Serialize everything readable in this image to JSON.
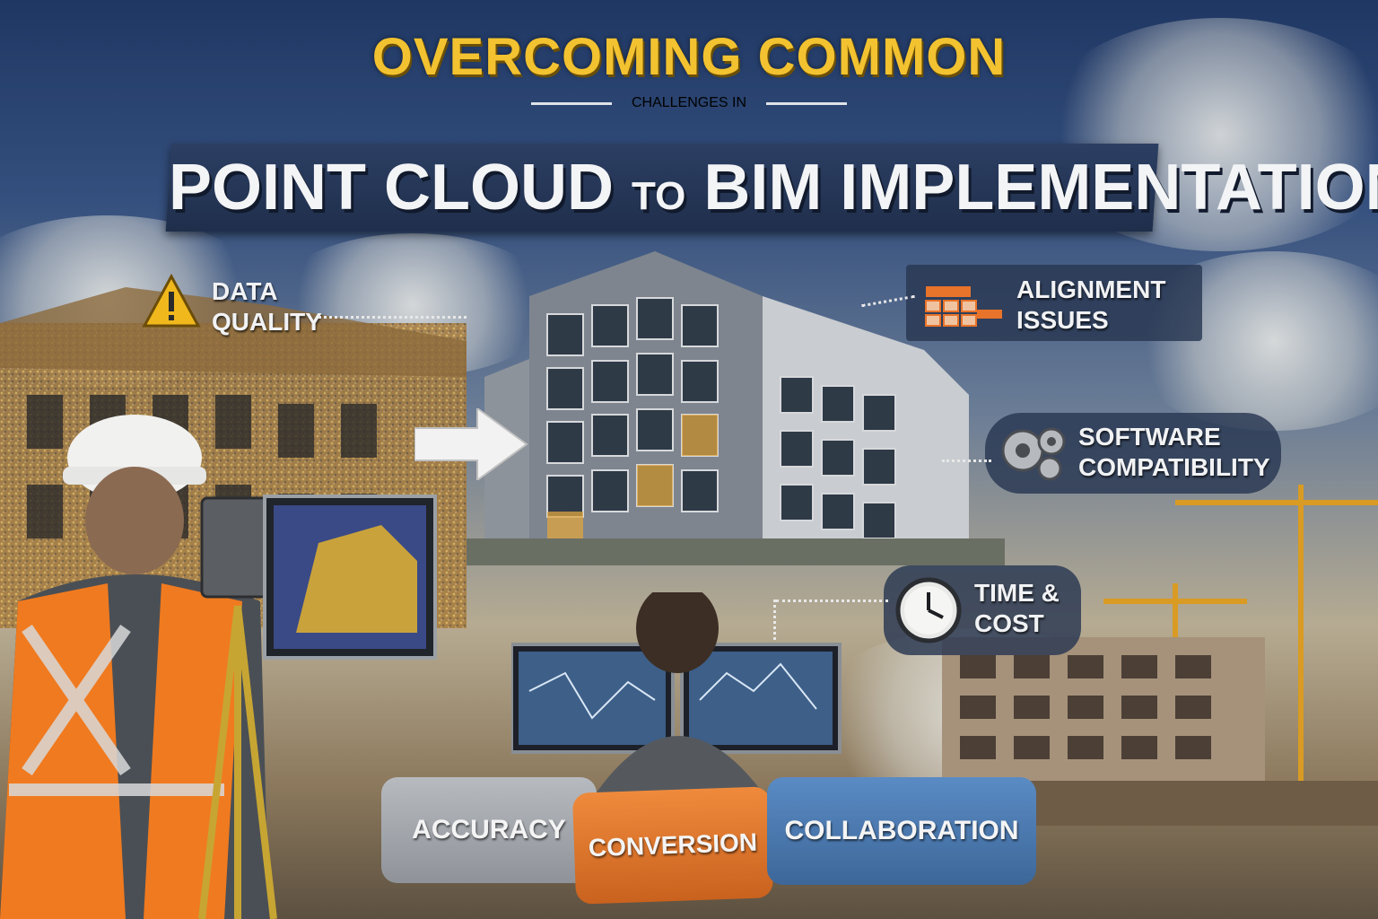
{
  "title": {
    "line1": "OVERCOMING COMMON",
    "line2": "CHALLENGES IN",
    "line3_part1": "POINT CLOUD",
    "line3_part2": "TO",
    "line3_part3": "BIM IMPLEMENTATION"
  },
  "callouts": {
    "data_quality": [
      "DATA",
      "QUALITY"
    ],
    "alignment": [
      "ALIGNMENT",
      "ISSUES"
    ],
    "software": [
      "SOFTWARE",
      "COMPATIBILITY"
    ],
    "time_cost": [
      "TIME &",
      "COST"
    ]
  },
  "puzzle": {
    "accuracy": "ACCURACY",
    "conversion": "CONVERSION",
    "collaboration": "COLLABORATION"
  },
  "icons": {
    "warning": "warning-icon",
    "alignment": "alignment-grid-icon",
    "gears": "gears-icon",
    "clock": "clock-icon"
  },
  "colors": {
    "title_gold": "#f2c230",
    "warning_yellow": "#f0b81c",
    "alignment_orange": "#e8732a",
    "conversion_orange": "#e07a32",
    "collaboration_blue": "#4f7db3",
    "accuracy_gray": "#a9adb2"
  }
}
